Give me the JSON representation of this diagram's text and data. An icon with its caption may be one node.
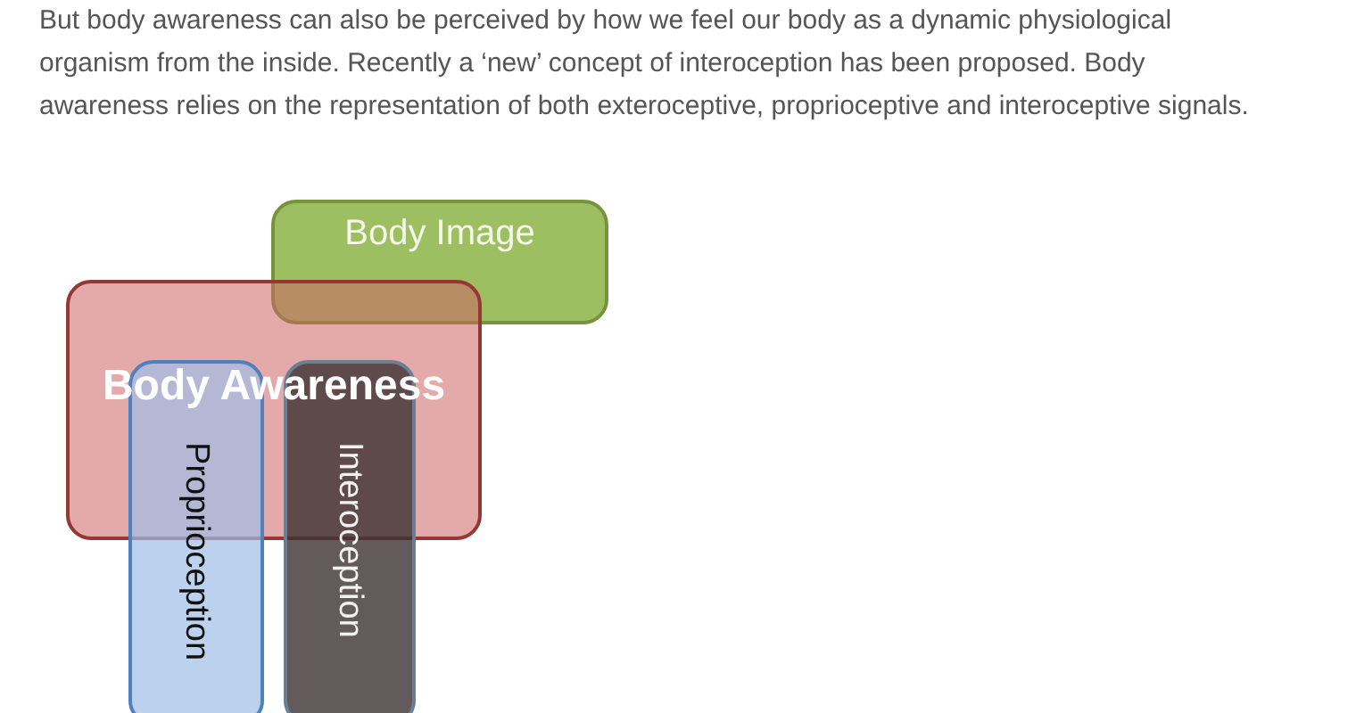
{
  "diagram": {
    "nodes": [
      {
        "text": [
          "Body Image"
        ]
      },
      {
        "text": [
          "Body Awareness"
        ]
      },
      {
        "text": [
          "Proprioception"
        ]
      },
      {
        "text": [
          "Interoception"
        ]
      }
    ],
    "labels": [
      "But body awareness can also be perceived by how we feel our body as a dynamic physiological organism from the inside. Recently a ‘new’ concept of interoception has been proposed.  Body awareness relies on the representation of both exteroceptive, proprioceptive  and interoceptive signals."
    ]
  }
}
